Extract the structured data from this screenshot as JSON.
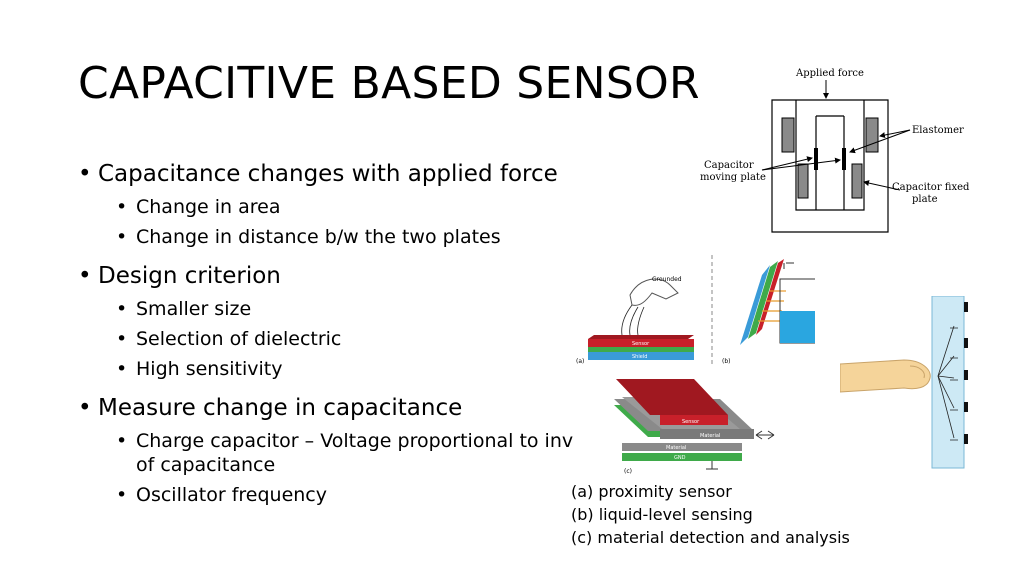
{
  "slide": {
    "title": "CAPACITIVE BASED SENSORS"
  },
  "bullets": [
    {
      "text": "Capacitance changes with applied force",
      "sub": [
        "Change in area",
        "Change in distance b/w the two plates"
      ]
    },
    {
      "text": "Design criterion",
      "sub": [
        "Smaller size",
        "Selection of dielectric",
        "High sensitivity"
      ]
    },
    {
      "text": "Measure change in capacitance",
      "sub": [
        "Charge capacitor – Voltage proportional to inv",
        "of capacitance",
        "Oscillator frequency"
      ]
    }
  ],
  "diagram1": {
    "applied_force": "Applied force",
    "elastomer": "Elastomer",
    "moving_plate_1": "Capacitor",
    "moving_plate_2": "moving plate",
    "fixed_plate_1": "Capacitor fixed",
    "fixed_plate_2": "plate"
  },
  "diagram2": {
    "grounded": "Grounded",
    "sensor": "Sensor",
    "shield": "Shield",
    "material": "Material",
    "gnd": "GND",
    "label_a": "(a)",
    "label_b": "(b)",
    "label_c": "(c)"
  },
  "caption": [
    "(a) proximity sensor",
    "(b) liquid-level sensing",
    "(c) material detection and analysis"
  ],
  "colors": {
    "sensor_red": "#c8202a",
    "shield_blue": "#3a9bd8",
    "green": "#3faa4a",
    "gray": "#8a8a8a",
    "liquid": "#2aa6e0",
    "finger": "#f5d49a"
  }
}
